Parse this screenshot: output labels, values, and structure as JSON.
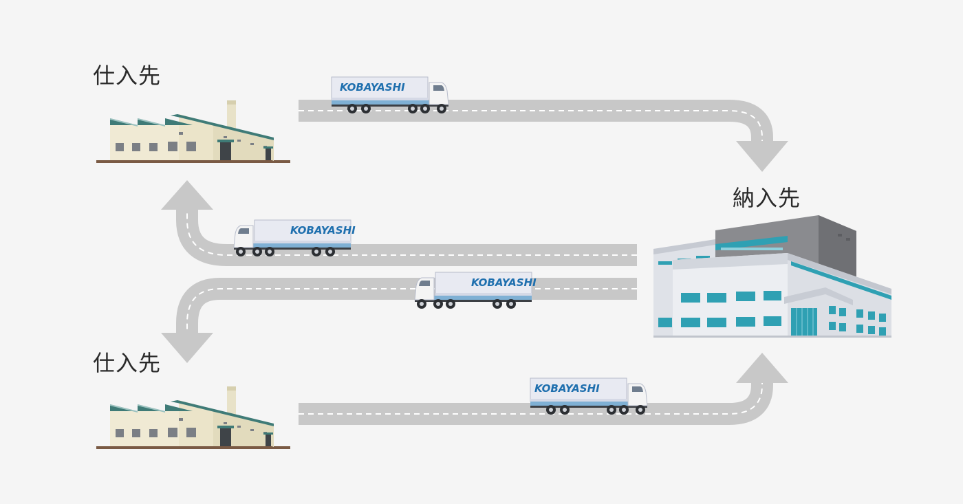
{
  "labels": {
    "supplier_top": "仕入先",
    "supplier_bottom": "仕入先",
    "destination": "納入先"
  },
  "truck": {
    "logo_text": "KOBAYASHI"
  },
  "colors": {
    "background": "#f5f5f5",
    "road": "#c8c8c8",
    "road_dash": "#ffffff",
    "factory_wall": "#ece6cf",
    "factory_roof": "#3f7b77",
    "factory_chimney": "#e8e2c8",
    "factory_ground": "#7a5a44",
    "building_wall": "#e9ebef",
    "building_tower": "#8a8b8f",
    "building_glass": "#2fa0b3",
    "truck_box": "#e8eaf2",
    "truck_logo": "#1e6fae",
    "truck_cab": "#f4f4f4",
    "truck_stripe": "#7fb0d4"
  },
  "icons": {
    "supplier": "factory-icon",
    "destination": "distribution-center-icon",
    "vehicle": "truck-icon"
  }
}
